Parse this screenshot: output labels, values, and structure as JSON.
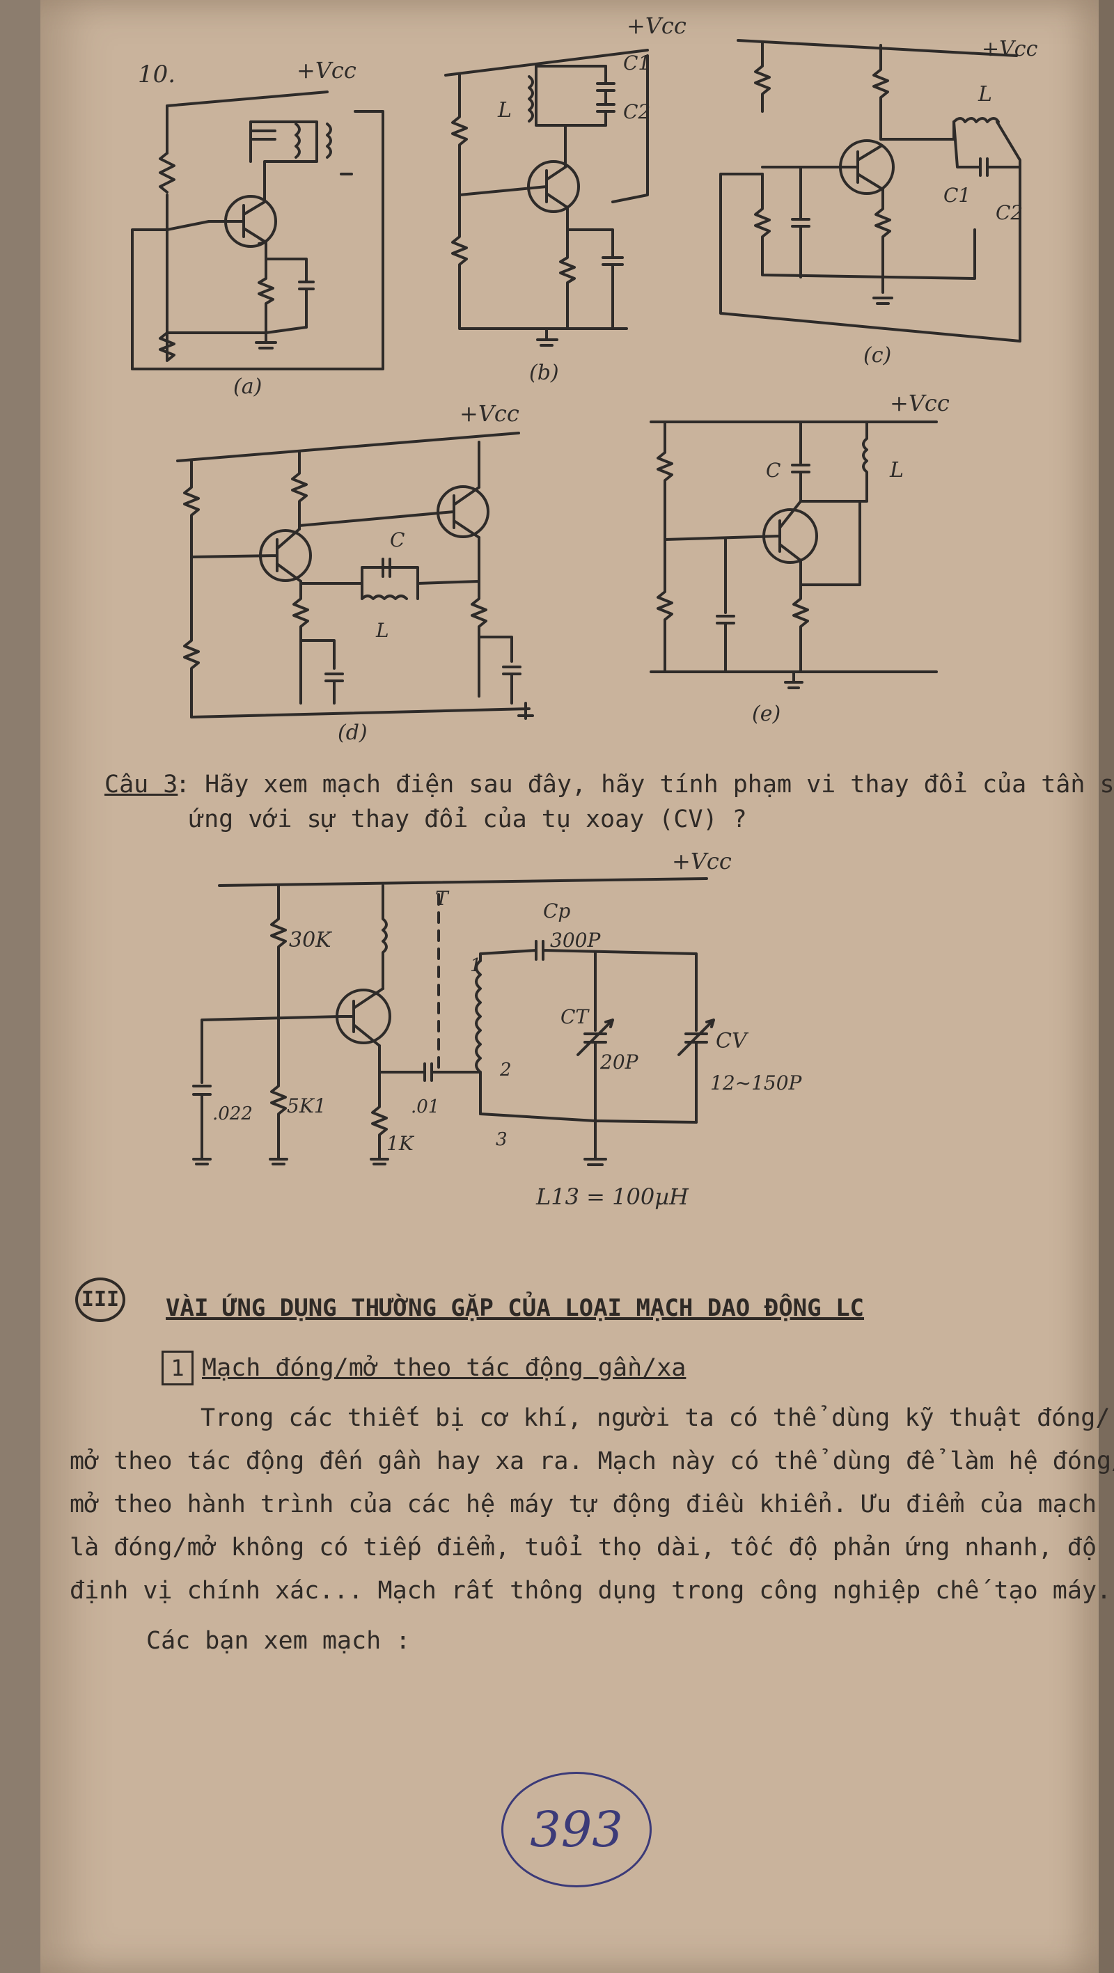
{
  "figures": {
    "fig10": {
      "number": "10.",
      "vcc": "+Vcc",
      "captions": [
        "(a)",
        "(b)",
        "(c)",
        "(d)",
        "(e)"
      ],
      "labels": {
        "L": "L",
        "C": "C",
        "C1": "C1",
        "C2": "C2"
      }
    },
    "q3_circuit": {
      "vcc": "+Vcc",
      "T": "T",
      "Cp": "Cp",
      "Cp_value": "300P",
      "Ct": "CT",
      "Ct_value": "20P",
      "Cv": "CV",
      "Cv_value": "12~150P",
      "R1": "30K",
      "R2": "5K1",
      "R3": "1K",
      "C_base": ".022",
      "C_couple": ".01",
      "tap1": "1",
      "tap2": "2",
      "tap3": "3",
      "inductance": "L13 = 100µH"
    }
  },
  "question3": {
    "label": "Câu 3",
    "line1": ": Hãy xem mạch điện sau đây, hãy tính phạm vi thay đổi của tần số,",
    "line2": "ứng với sự thay đổi của tụ xoay (CV) ?"
  },
  "section3": {
    "numeral": "III",
    "title": "VÀI ỨNG DỤNG THƯỜNG GẶP CỦA LOẠI MẠCH DAO ĐỘNG LC",
    "sub_number": "1",
    "sub_title": "Mạch đóng/mở theo tác động gần/xa",
    "para": [
      "Trong các thiết bị cơ khí, người ta có thể dùng kỹ thuật đóng/",
      "mở theo tác động đến gần hay xa ra. Mạch này có thể dùng để làm hệ đóng/",
      "mở theo hành trình của các hệ máy tự động điều khiển. Ưu điểm của mạch",
      "là đóng/mở không có tiếp điểm, tuổi thọ dài, tốc độ phản ứng nhanh, độ",
      "định vị chính xác... Mạch rất thông dụng trong công nghiệp chế tạo máy.",
      "Các bạn xem mạch  :"
    ]
  },
  "page_number": "393"
}
